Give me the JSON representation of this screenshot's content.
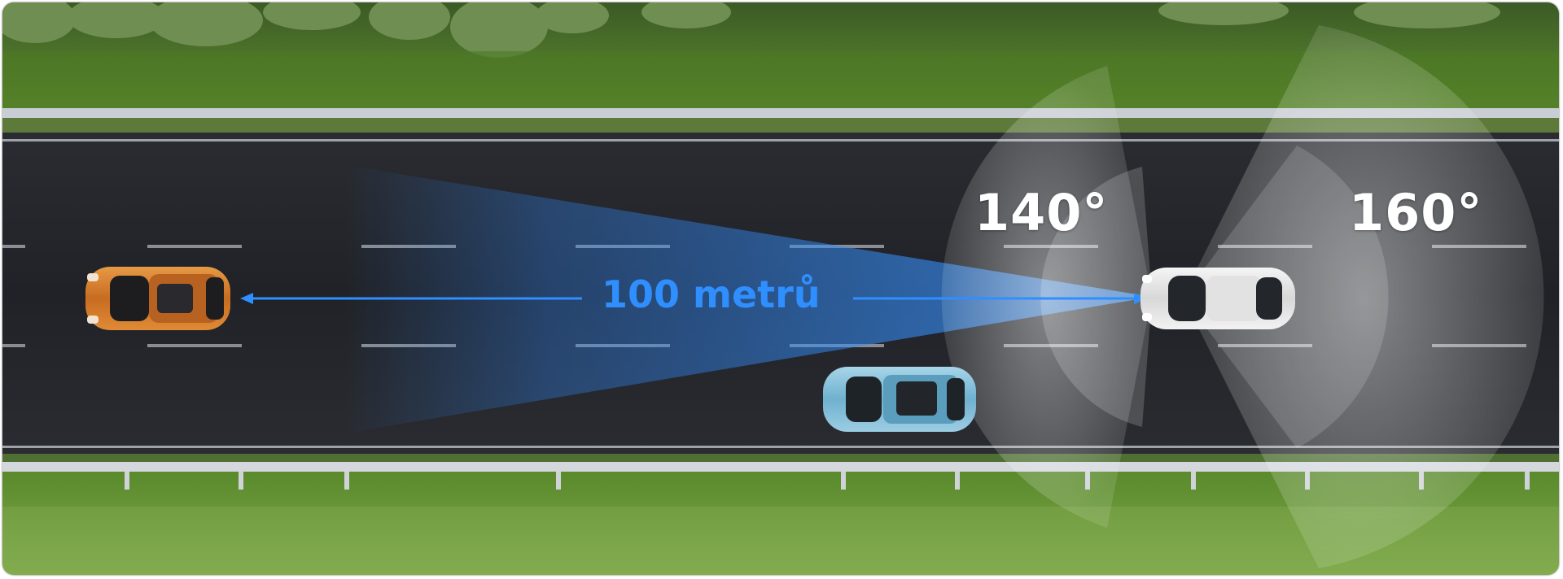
{
  "labels": {
    "front_angle": "140°",
    "rear_angle": "160°",
    "distance": "100 metrů"
  },
  "colors": {
    "grass": "#4e7a2a",
    "road": "#24262b",
    "beam": "#2f8fff",
    "distance_text": "#2f8fff",
    "orange_car": "#d9822f",
    "blue_car": "#8cc4dc",
    "white_car": "#e8e8e8"
  }
}
